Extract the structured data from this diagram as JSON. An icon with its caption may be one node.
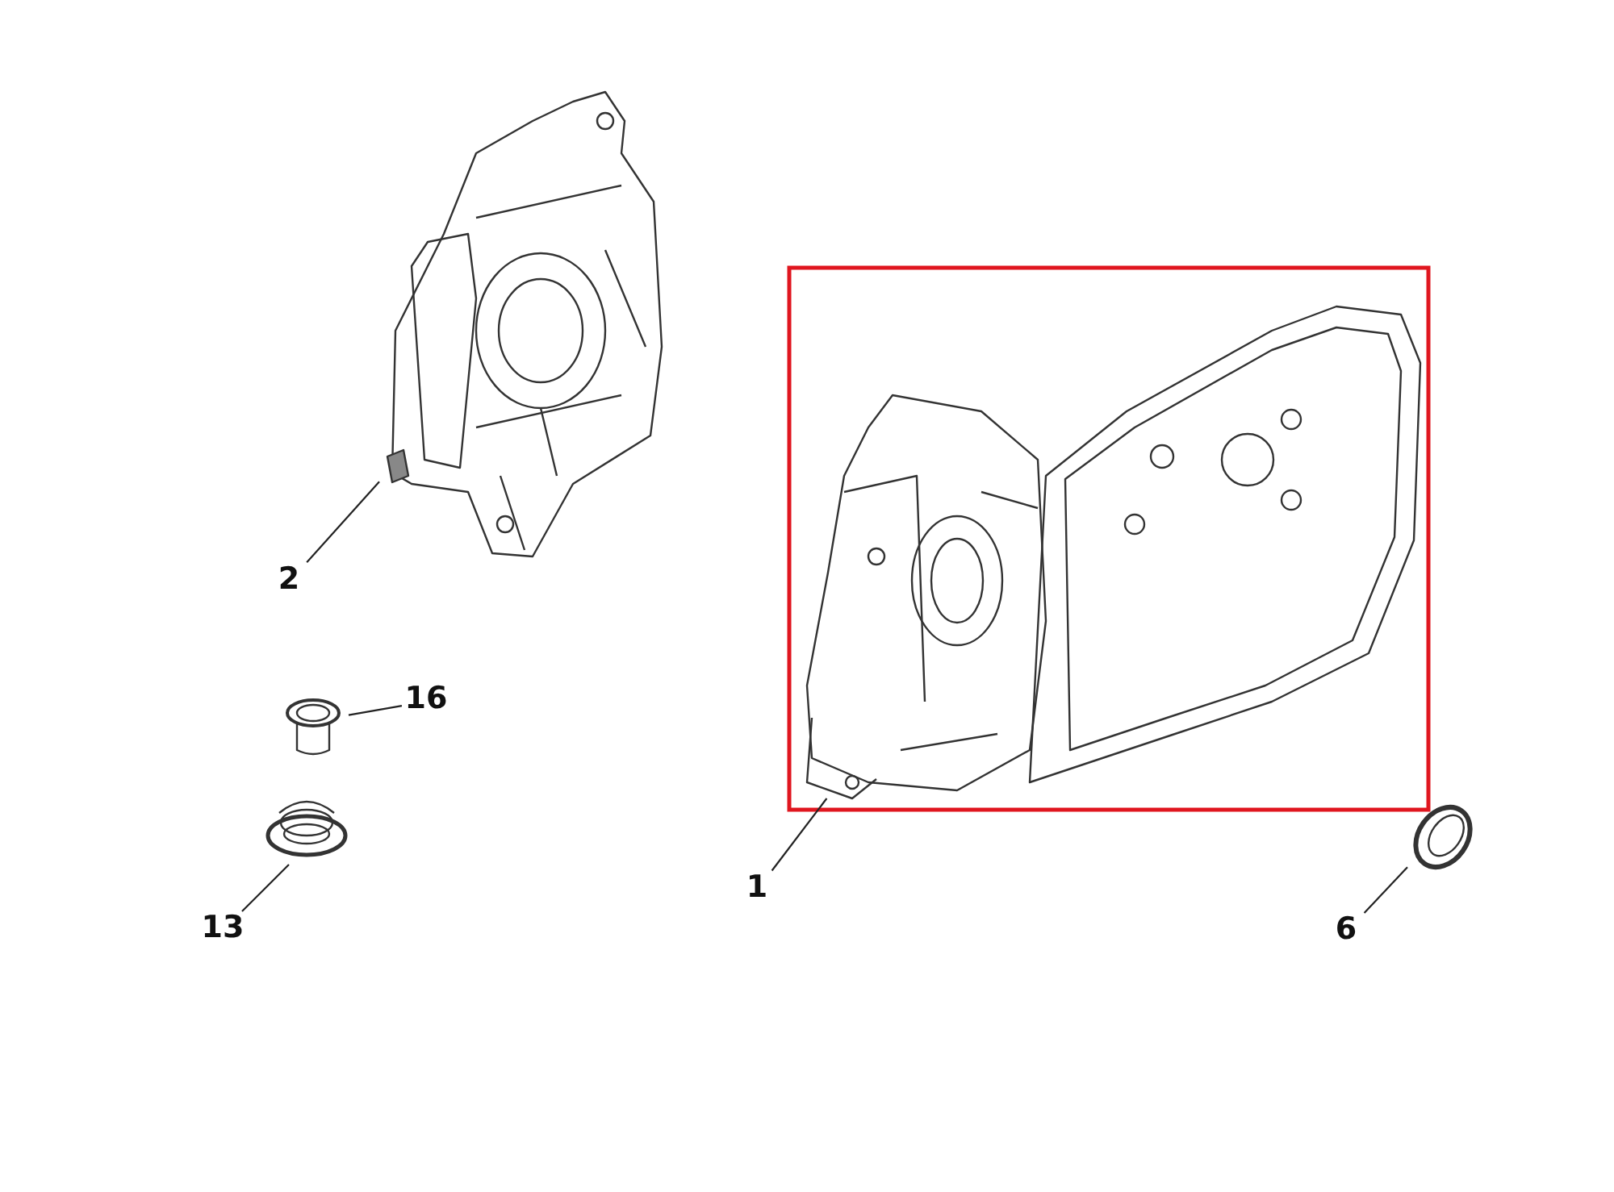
{
  "diagram": {
    "nodes": [
      {
        "text": [],
        "shape": "picture"
      },
      {
        "text": [
          "2"
        ]
      },
      {
        "text": [],
        "shape": "picture"
      },
      {
        "text": [
          "16"
        ]
      },
      {
        "text": [],
        "shape": "picture"
      },
      {
        "text": [
          "13"
        ]
      },
      {
        "text": [],
        "shape": "picture"
      },
      {
        "text": [
          "1"
        ]
      },
      {
        "text": [],
        "shape": "picture"
      },
      {
        "text": [
          "6"
        ]
      }
    ],
    "edges": [
      {
        "from": 1,
        "to": 0,
        "arrow": "none"
      },
      {
        "from": 3,
        "to": 2,
        "arrow": "none"
      },
      {
        "from": 5,
        "to": 4,
        "arrow": "none"
      },
      {
        "from": 7,
        "to": 6,
        "arrow": "none"
      },
      {
        "from": 9,
        "to": 8,
        "arrow": "none"
      }
    ]
  }
}
